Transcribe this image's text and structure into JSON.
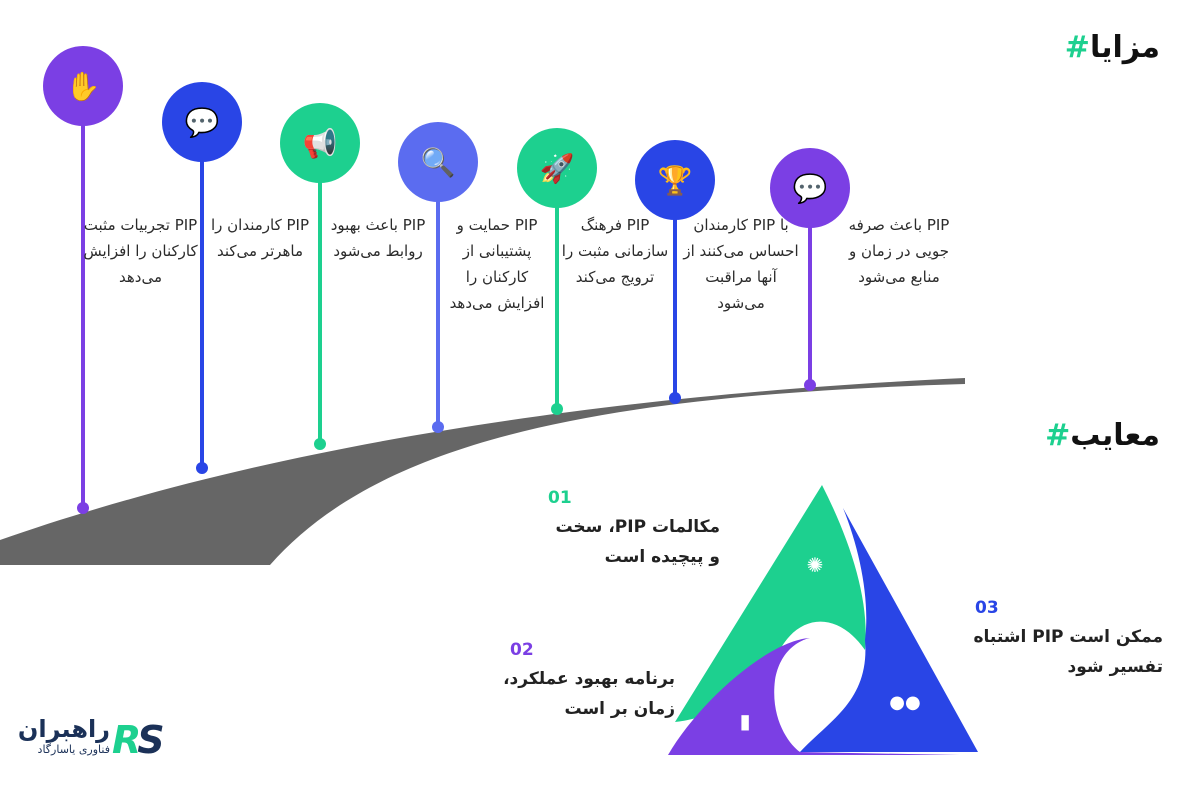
{
  "advantages": {
    "title": "مزایا",
    "hash": "#",
    "items": [
      {
        "text": "PIP تجربیات مثبت کارکنان را افزایش می‌دهد",
        "icon": "handshake-icon",
        "color": "#7b3fe4"
      },
      {
        "text": "PIP کارمندان را ماهرتر می‌کند",
        "icon": "chat-bubbles-icon",
        "color": "#2945e6"
      },
      {
        "text": "PIP باعث بهبود روابط می‌شود",
        "icon": "megaphone-icon",
        "color": "#1dd08f"
      },
      {
        "text": "PIP حمایت و پشتیبانی از کارکنان را افزایش می‌دهد",
        "icon": "document-search-icon",
        "color": "#5b6cf0"
      },
      {
        "text": "PIP فرهنگ سازمانی مثبت را ترویج می‌کند",
        "icon": "rocket-icon",
        "color": "#1dd08f"
      },
      {
        "text": "با PIP کارمندان احساس می‌کنند از آنها مراقبت می‌شود",
        "icon": "trophy-icon",
        "color": "#2945e6"
      },
      {
        "text": "PIP باعث صرفه جویی در زمان و منابع می‌شود",
        "icon": "chat-bubbles-icon",
        "color": "#7b3fe4"
      }
    ]
  },
  "disadvantages": {
    "title": "معایب",
    "hash": "#",
    "items": [
      {
        "num": "01",
        "text": "مکالمات PIP، سخت و پیچیده است",
        "color": "#1dd08f",
        "icon": "lightbulb-icon"
      },
      {
        "num": "02",
        "text": "برنامه بهبود عملکرد، زمان بر است",
        "color": "#7b3fe4",
        "icon": "bar-chart-icon"
      },
      {
        "num": "03",
        "text": "ممکن است PIP اشتباه تفسیر شود",
        "color": "#2945e6",
        "icon": "team-icon"
      }
    ]
  },
  "logo": {
    "name": "راهبران",
    "subtitle": "فناوری یاسارگاد",
    "mark": "RS"
  }
}
